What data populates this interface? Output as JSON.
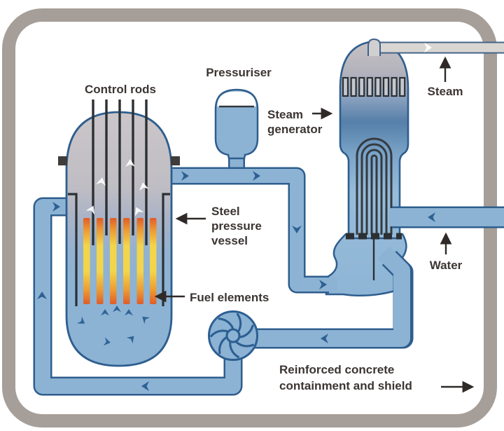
{
  "labels": {
    "control_rods": "Control rods",
    "pressuriser": "Pressuriser",
    "steam_generator": [
      "Steam",
      "generator"
    ],
    "steam": "Steam",
    "steel_pressure_vessel": [
      "Steel",
      "pressure",
      "vessel"
    ],
    "fuel_elements": "Fuel elements",
    "water": "Water",
    "containment": [
      "Reinforced concrete",
      "containment and shield"
    ]
  },
  "colors": {
    "containment_gray": "#a69e98",
    "pipe_water_blue": "#8cb3d4",
    "pipe_outline_blue": "#2e5e8e",
    "steam_pipe_gray": "#d9d6d2",
    "vessel_top_gray": "#cac5c7",
    "fuel_orange": "#e2672c",
    "fuel_yellow": "#f3d54b",
    "internals_dark": "#2c3033",
    "flow_arrow_blue": "#2d5f92",
    "label_text": "#3b3533",
    "annotation_arrow": "#2f2a28"
  }
}
